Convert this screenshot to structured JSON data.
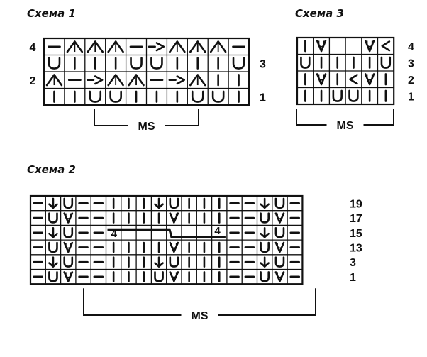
{
  "schemes": [
    {
      "id": "s1",
      "title": "Схема 1",
      "ms": "MS",
      "rows": [
        {
          "cells": [
            "P",
            "DL2",
            "DL2",
            "DL2",
            "P",
            "RT",
            "DL2",
            "DL2",
            "DL2",
            "P"
          ]
        },
        {
          "cells": [
            "U",
            "K",
            "K",
            "K",
            "U",
            "U",
            "K",
            "K",
            "K",
            "U"
          ]
        },
        {
          "cells": [
            "DL3",
            "P",
            "RT",
            "DL",
            "DL",
            "P",
            "RT",
            "DL3",
            "K",
            "K"
          ]
        },
        {
          "cells": [
            "K",
            "K",
            "U",
            "U",
            "K",
            "K",
            "K",
            "U",
            "U",
            "K"
          ]
        }
      ],
      "left_labels": [
        "4",
        "",
        "2",
        ""
      ],
      "right_labels": [
        "",
        "3",
        "",
        "1"
      ]
    },
    {
      "id": "s3",
      "title": "Схема 3",
      "ms": "MS",
      "rows": [
        {
          "cells": [
            "K",
            "VU2",
            "E",
            "E",
            "VU2",
            "LT"
          ]
        },
        {
          "cells": [
            "U",
            "K",
            "K",
            "K",
            "K",
            "U"
          ]
        },
        {
          "cells": [
            "K",
            "VU3",
            "K",
            "LT",
            "VU3",
            "K"
          ]
        },
        {
          "cells": [
            "K",
            "K",
            "U",
            "U",
            "K",
            "K"
          ]
        }
      ],
      "left_labels": [
        "",
        "",
        "",
        ""
      ],
      "right_labels": [
        "4",
        "3",
        "2",
        "1"
      ]
    },
    {
      "id": "s2",
      "title": "Схема 2",
      "ms": "MS",
      "rows": [
        {
          "cells": [
            "P",
            "DA",
            "U",
            "P",
            "P",
            "K",
            "K",
            "K",
            "DA",
            "U",
            "K",
            "K",
            "K",
            "P",
            "P",
            "DA",
            "U",
            "P"
          ]
        },
        {
          "cells": [
            "P",
            "U",
            "VU2",
            "P",
            "P",
            "K",
            "K",
            "K",
            "K",
            "VU2",
            "K",
            "K",
            "K",
            "P",
            "P",
            "U",
            "VU2",
            "P"
          ]
        },
        {
          "cells": [
            "P",
            "DA",
            "U",
            "P",
            "P",
            "E",
            "E",
            "E",
            "E",
            "E",
            "E",
            "E",
            "E",
            "P",
            "P",
            "DA",
            "U",
            "P"
          ]
        },
        {
          "cells": [
            "P",
            "U",
            "VU2",
            "P",
            "P",
            "K",
            "K",
            "K",
            "K",
            "VU2",
            "K",
            "K",
            "K",
            "P",
            "P",
            "U",
            "VU2",
            "P"
          ]
        },
        {
          "cells": [
            "P",
            "DA",
            "U",
            "P",
            "P",
            "K",
            "K",
            "K",
            "DA",
            "U",
            "K",
            "K",
            "K",
            "P",
            "P",
            "DA",
            "U",
            "P"
          ]
        },
        {
          "cells": [
            "P",
            "U",
            "VU2",
            "P",
            "P",
            "K",
            "K",
            "K",
            "U",
            "VU2",
            "K",
            "K",
            "K",
            "P",
            "P",
            "U",
            "VU2",
            "P"
          ]
        }
      ],
      "left_labels": [
        "",
        "",
        "",
        "",
        "",
        ""
      ],
      "right_labels": [
        "19",
        "17",
        "15",
        "13",
        "3",
        "1"
      ],
      "inner_markers": [
        "4",
        "4"
      ]
    }
  ]
}
